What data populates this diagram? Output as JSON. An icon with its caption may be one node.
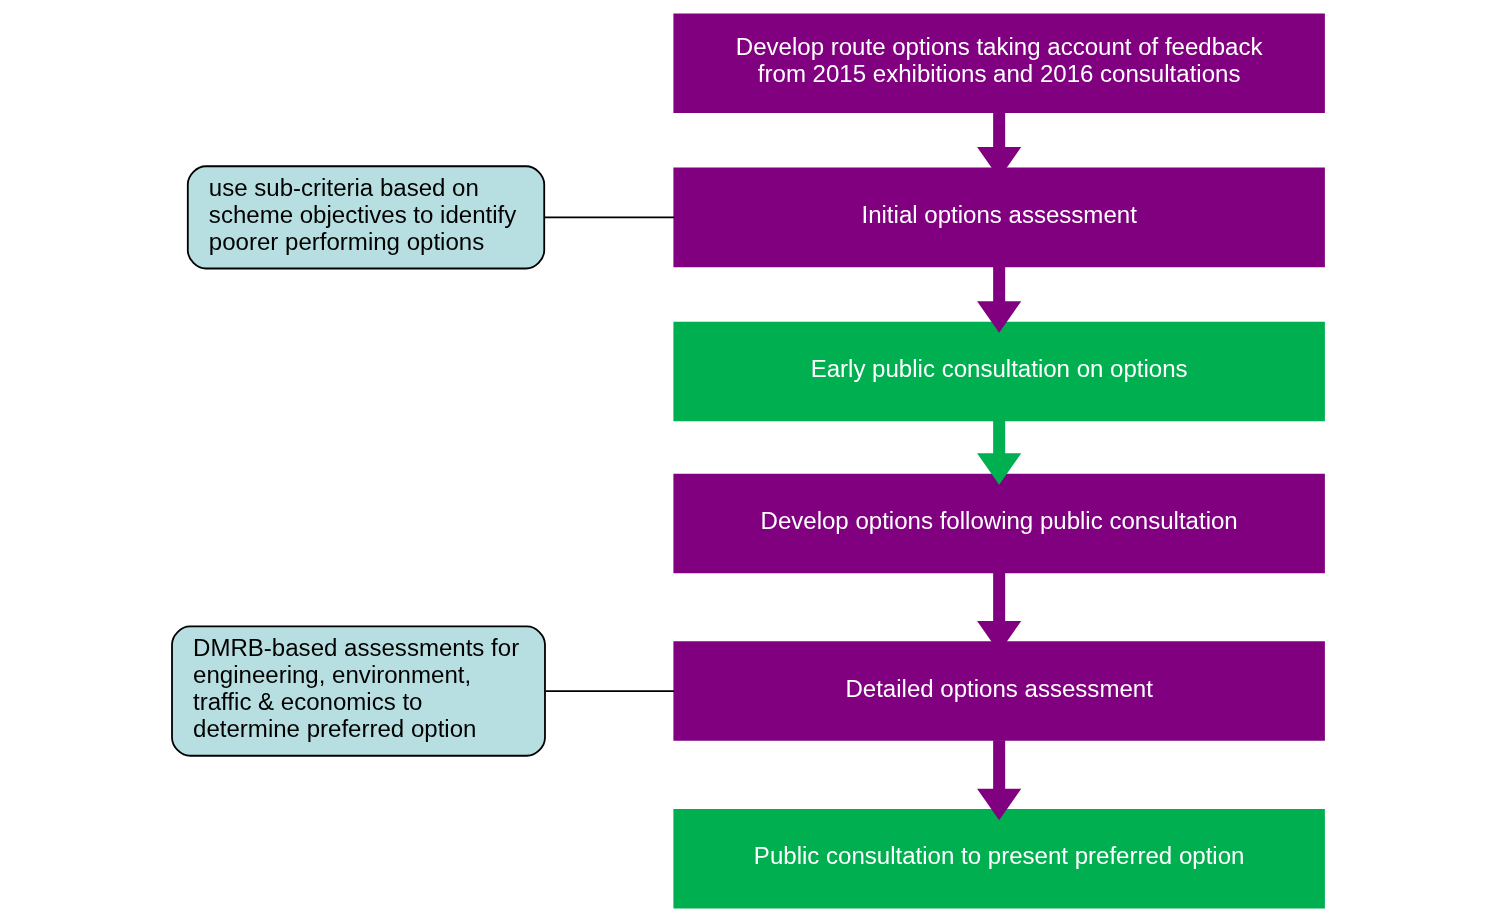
{
  "diagram": {
    "nodes": [
      {
        "text": [
          "Develop route options taking account of feedback from 2015 exhibitions and 2016 consultations"
        ]
      },
      {
        "text": [
          "Initial options assessment"
        ]
      },
      {
        "text": [
          "Early public consultation on options"
        ]
      },
      {
        "text": [
          "Develop options following public consultation"
        ]
      },
      {
        "text": [
          "Detailed options assessment"
        ]
      },
      {
        "text": [
          "Public consultation to present preferred option"
        ]
      },
      {
        "text": [
          "use sub-criteria based on scheme objectives to identify poorer performing options"
        ]
      },
      {
        "text": [
          "DMRB-based assessments for engineering, environment, traffic & economics to determine preferred option"
        ]
      }
    ],
    "edges": [
      {
        "from": 0,
        "to": 1,
        "arrow": "to"
      },
      {
        "from": 1,
        "to": 2,
        "arrow": "to"
      },
      {
        "from": 2,
        "to": 3,
        "arrow": "to",
        "color": "#00b050"
      },
      {
        "from": 3,
        "to": 4,
        "arrow": "to"
      },
      {
        "from": 4,
        "to": 5,
        "arrow": "to"
      },
      {
        "from": 6,
        "to": 1,
        "arrow": "none",
        "color": "#000000"
      },
      {
        "from": 7,
        "to": 4,
        "arrow": "none",
        "color": "#000000"
      }
    ]
  }
}
